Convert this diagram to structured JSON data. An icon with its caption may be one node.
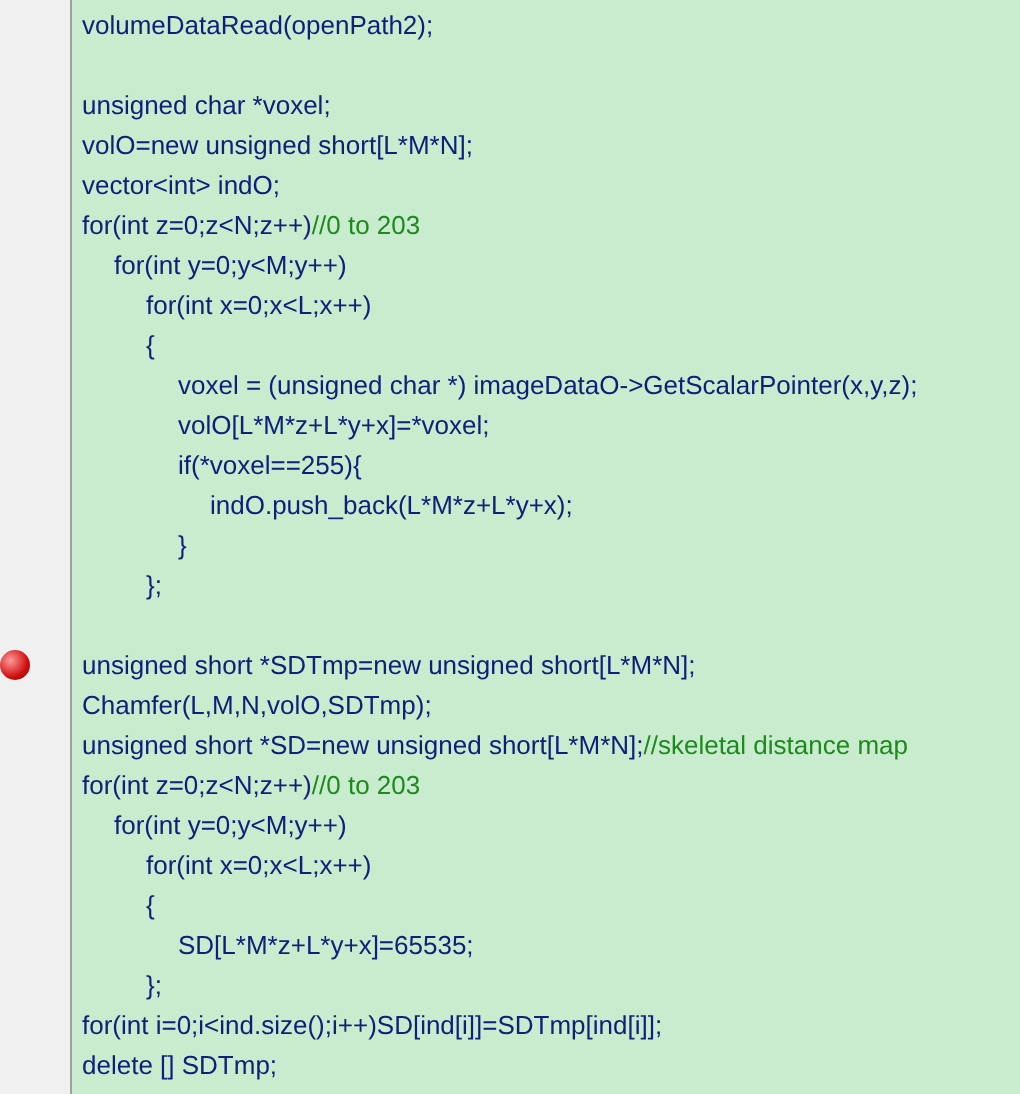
{
  "diagram": {
    "labels": [
      "volumeDataRead(openPath2);",
      "unsigned char *voxel;",
      "volO=new unsigned short[L*M*N];",
      "vector<int> indO;",
      "for(int z=0;z<N;z++)//0 to 203",
      "for(int y=0;y<M;y++)",
      "for(int x=0;x<L;x++)",
      "{",
      "voxel = (unsigned char *) imageDataO->GetScalarPointer(x,y,z);",
      "volO[L*M*z+L*y+x]=*voxel;",
      "if(*voxel==255){",
      "indO.push_back(L*M*z+L*y+x);",
      "}",
      "};",
      "unsigned short *SDTmp=new unsigned short[L*M*N];",
      "Chamfer(L,M,N,volO,SDTmp);",
      "unsigned short *SD=new unsigned short[L*M*N];//skeletal distance map",
      "for(int z=0;z<N;z++)//0 to 203",
      "for(int y=0;y<M;y++)",
      "for(int x=0;x<L;x++)",
      "{",
      "SD[L*M*z+L*y+x]=65535;",
      "};",
      "for(int i=0;i<ind.size();i++)SD[ind[i]]=SDTmp[ind[i]];",
      "delete [] SDTmp;"
    ]
  }
}
